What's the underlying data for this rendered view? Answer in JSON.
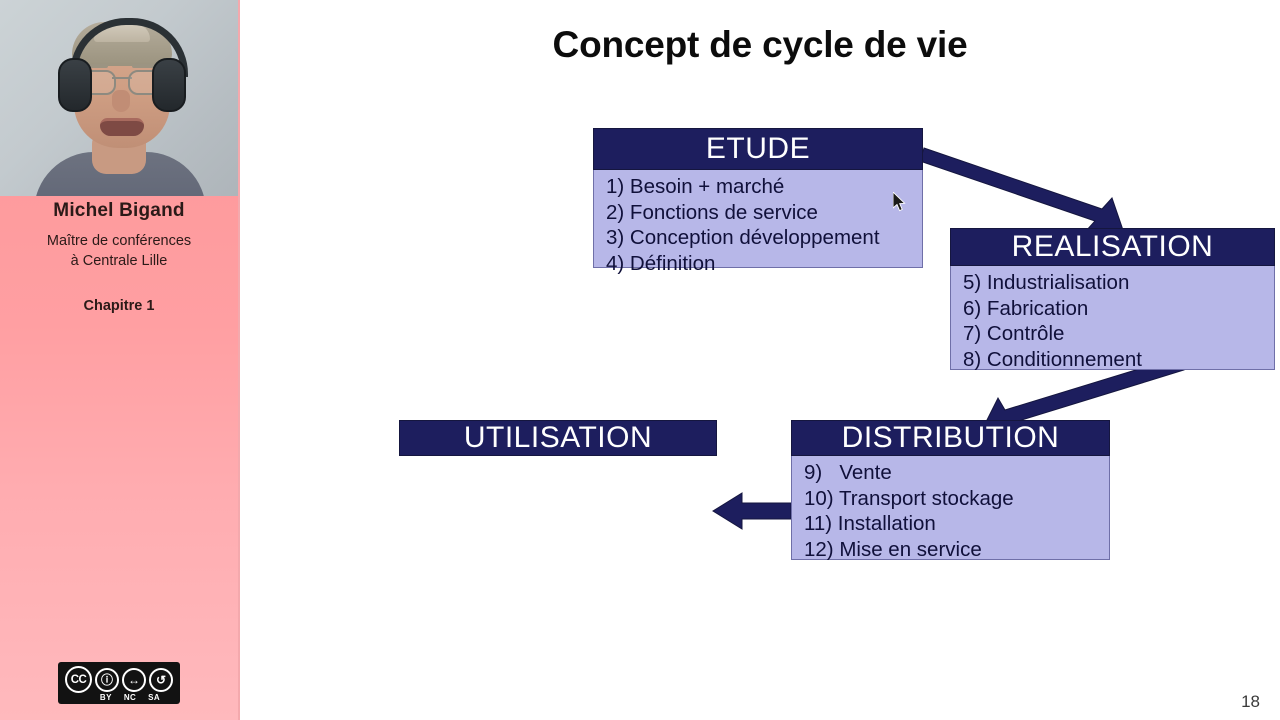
{
  "slide": {
    "title": "Concept de cycle de vie",
    "page_number": "18",
    "boxes": [
      {
        "id": "etude",
        "header": "ETUDE",
        "items": [
          "1) Besoin + marché",
          "2) Fonctions de service",
          "3) Conception développement",
          "4) Définition"
        ]
      },
      {
        "id": "realisation",
        "header": "REALISATION",
        "items": [
          "5) Industrialisation",
          "6) Fabrication",
          "7) Contrôle",
          "8) Conditionnement"
        ]
      },
      {
        "id": "distribution",
        "header": "DISTRIBUTION",
        "items": [
          "9)   Vente",
          "10) Transport stockage",
          "11) Installation",
          "12) Mise en service"
        ]
      },
      {
        "id": "utilisation",
        "header": "UTILISATION",
        "items": []
      }
    ],
    "arrows": [
      {
        "name": "etude-to-realisation",
        "from": "ETUDE",
        "to": "REALISATION"
      },
      {
        "name": "realisation-to-distribution",
        "from": "REALISATION",
        "to": "DISTRIBUTION"
      },
      {
        "name": "distribution-to-utilisation",
        "from": "DISTRIBUTION",
        "to": "UTILISATION"
      }
    ],
    "colors": {
      "box_header_bg": "#1d1e5e",
      "box_body_bg": "#b7b7e8",
      "arrow": "#1d1e5e",
      "title_text": "#0c0c0c"
    }
  },
  "sidebar": {
    "presenter_name": "Michel Bigand",
    "presenter_role_line1": "Maître de conférences",
    "presenter_role_line2": "à Centrale Lille",
    "chapter": "Chapitre 1",
    "license": {
      "mark": "CC",
      "glyph_by": "ⓘ",
      "glyph_nc": "↔",
      "glyph_sa": "↺",
      "label_by": "BY",
      "label_nc": "NC",
      "label_sa": "SA"
    },
    "colors": {
      "gradient_top": "#fb8b8d",
      "gradient_bottom": "#ffb9bd"
    }
  }
}
